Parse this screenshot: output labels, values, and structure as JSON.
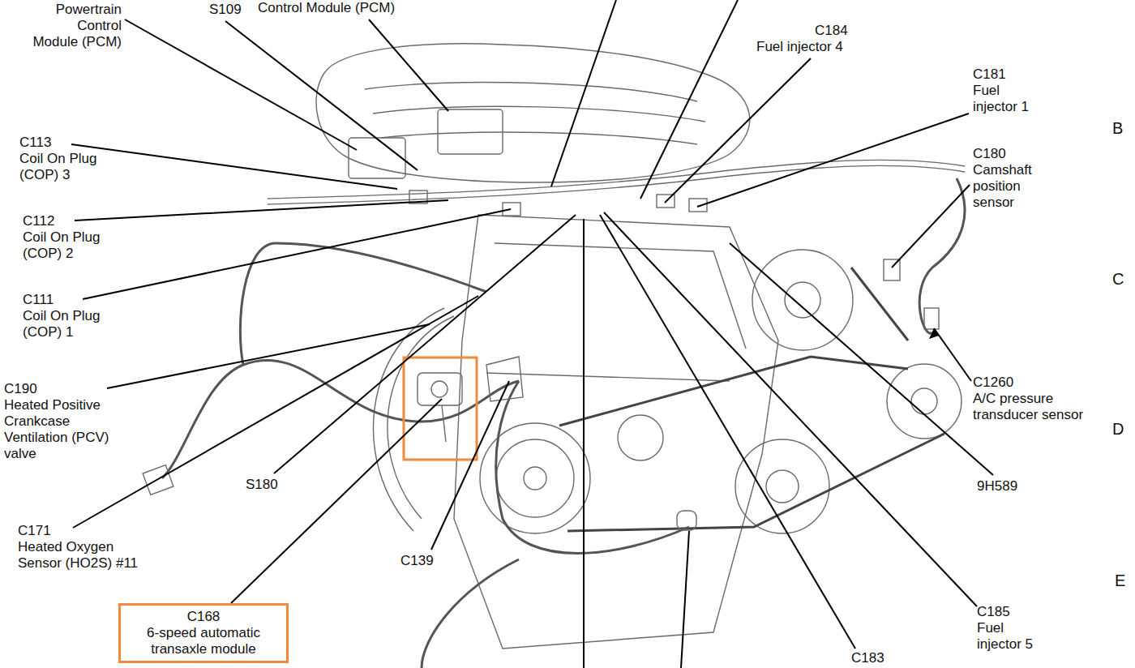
{
  "diagram": {
    "nodes": [
      {
        "text": [
          "C168",
          "6-speed automatic transaxle module"
        ]
      }
    ],
    "labels": [
      "Powertrain Control Module (PCM)",
      "S109",
      "Control Module (PCM)",
      "C184",
      "Fuel injector 4",
      "C181",
      "Fuel injector 1",
      "B",
      "C113",
      "Coil On Plug (COP) 3",
      "C180",
      "Camshaft position sensor",
      "C112",
      "Coil On Plug (COP) 2",
      "C",
      "C111",
      "Coil On Plug (COP) 1",
      "C190",
      "Heated Positive Crankcase Ventilation (PCV) valve",
      "C1260",
      "A/C pressure transducer sensor",
      "D",
      "S180",
      "9H589",
      "C171",
      "Heated Oxygen Sensor (HO2S) #11",
      "C139",
      "E",
      "C185",
      "Fuel injector 5",
      "C183"
    ]
  }
}
